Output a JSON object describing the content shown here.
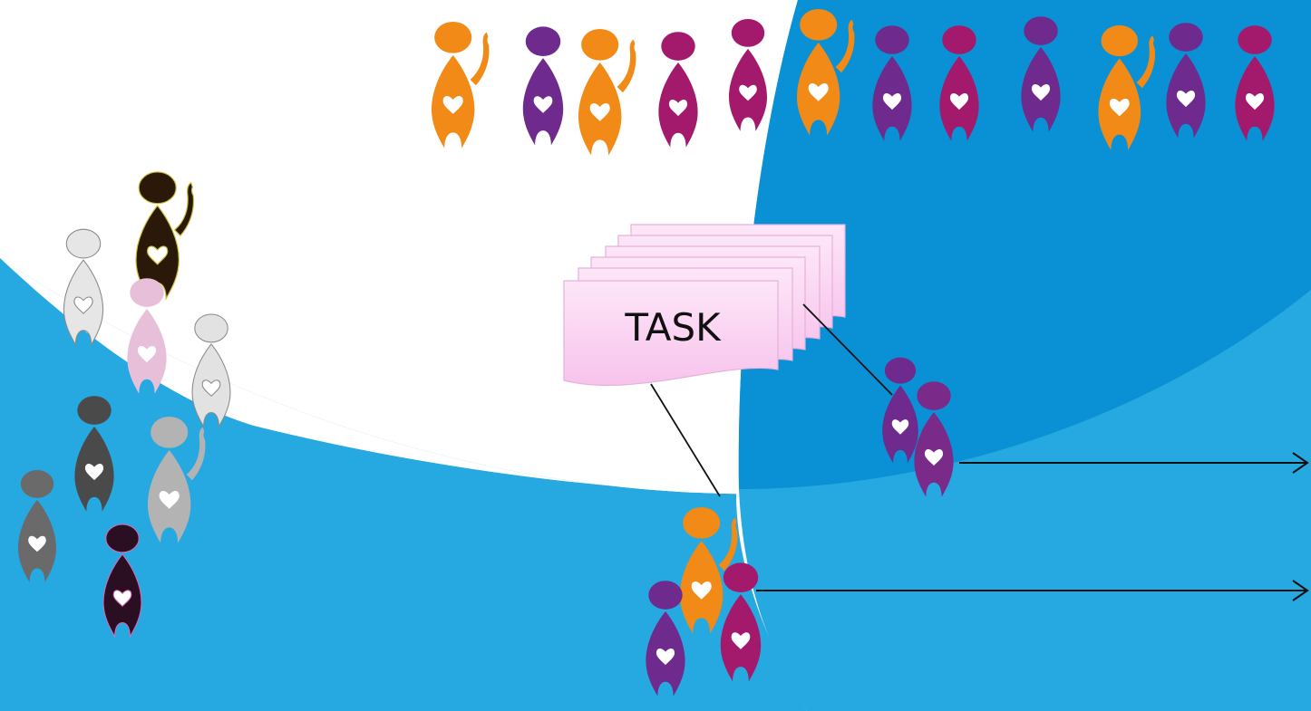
{
  "slide": {
    "task_label": "TASK"
  },
  "colors": {
    "sky_blue": "#26a8e0",
    "deep_blue": "#0a90d4",
    "white": "#ffffff",
    "orange": "#f18a16",
    "purple": "#6e2a8c",
    "magenta": "#a3196b",
    "task_card": "#fbd3f1",
    "task_card_edge": "#e7b1d9",
    "line": "#111111"
  },
  "icons": {
    "person": "person-heart-icon",
    "waving_person": "waving-person-heart-icon",
    "task_stack": "document-stack-icon",
    "arrow": "arrow-right-icon"
  },
  "crowd_top": [
    {
      "variant": "waving",
      "color": "orange"
    },
    {
      "variant": "standard",
      "color": "purple"
    },
    {
      "variant": "waving",
      "color": "orange"
    },
    {
      "variant": "standard",
      "color": "magenta"
    },
    {
      "variant": "standard",
      "color": "magenta"
    },
    {
      "variant": "waving",
      "color": "orange"
    },
    {
      "variant": "standard",
      "color": "purple"
    },
    {
      "variant": "standard",
      "color": "magenta"
    },
    {
      "variant": "standard",
      "color": "purple"
    },
    {
      "variant": "waving",
      "color": "orange"
    },
    {
      "variant": "standard",
      "color": "purple"
    },
    {
      "variant": "standard",
      "color": "magenta"
    }
  ],
  "crowd_left": [
    {
      "variant": "waving",
      "color": "dark"
    },
    {
      "variant": "standard",
      "color": "sketch"
    },
    {
      "variant": "standard",
      "color": "pink"
    },
    {
      "variant": "standard",
      "color": "sketch"
    },
    {
      "variant": "standard",
      "color": "sketch_dark"
    },
    {
      "variant": "waving",
      "color": "sketch"
    },
    {
      "variant": "standard",
      "color": "sketch_dark"
    },
    {
      "variant": "standard",
      "color": "dark"
    }
  ],
  "groups": [
    {
      "name": "purple-pair",
      "members": [
        "purple",
        "purple"
      ]
    },
    {
      "name": "mixed-trio",
      "members": [
        "orange",
        "purple",
        "magenta"
      ]
    }
  ]
}
